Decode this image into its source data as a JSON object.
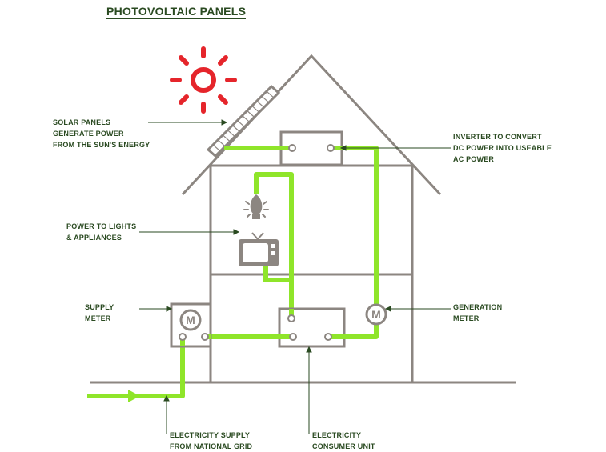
{
  "title": "PHOTOVOLTAIC PANELS",
  "labels": {
    "solar_panels": [
      "SOLAR PANELS",
      "GENERATE POWER",
      "FROM THE SUN'S ENERGY"
    ],
    "inverter": [
      "INVERTER TO CONVERT",
      "DC POWER INTO USEABLE",
      "AC POWER"
    ],
    "lights": [
      "POWER TO LIGHTS",
      "& APPLIANCES"
    ],
    "supply_meter": [
      "SUPPLY",
      "METER"
    ],
    "generation_meter": [
      "GENERATION",
      "METER"
    ],
    "supply": [
      "ELECTRICITY SUPPLY",
      "FROM NATIONAL GRID"
    ],
    "consumer_unit": [
      "ELECTRICITY",
      "CONSUMER UNIT"
    ]
  },
  "meter_symbol": "M",
  "colors": {
    "wire": "#8fe52a",
    "outline": "#8c8681",
    "sun": "#e5252b",
    "text": "#2a4a21",
    "appliance": "#8c8681"
  },
  "icons": [
    "sun-icon",
    "solar-panel-icon",
    "light-bulb-icon",
    "television-icon",
    "meter-icon"
  ]
}
